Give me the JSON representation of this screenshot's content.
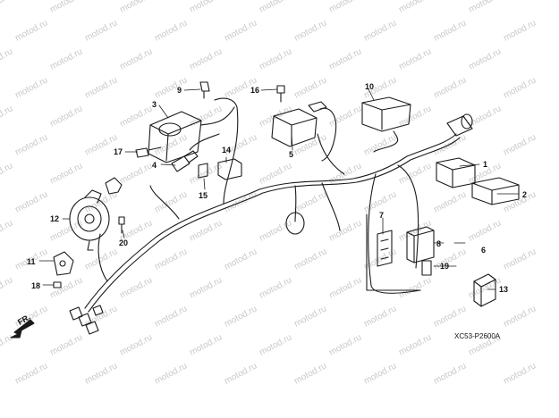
{
  "diagram": {
    "watermark": "motod.ru",
    "drawing_code": "XC53-P2600A",
    "direction_label": "FR.",
    "callouts": [
      "1",
      "2",
      "3",
      "4",
      "5",
      "6",
      "7",
      "8",
      "9",
      "10",
      "11",
      "12",
      "13",
      "14",
      "15",
      "16",
      "17",
      "18",
      "19",
      "20"
    ]
  },
  "colors": {
    "line": "#1a1a1a",
    "watermark": "#c9c9c9",
    "background": "#ffffff"
  }
}
